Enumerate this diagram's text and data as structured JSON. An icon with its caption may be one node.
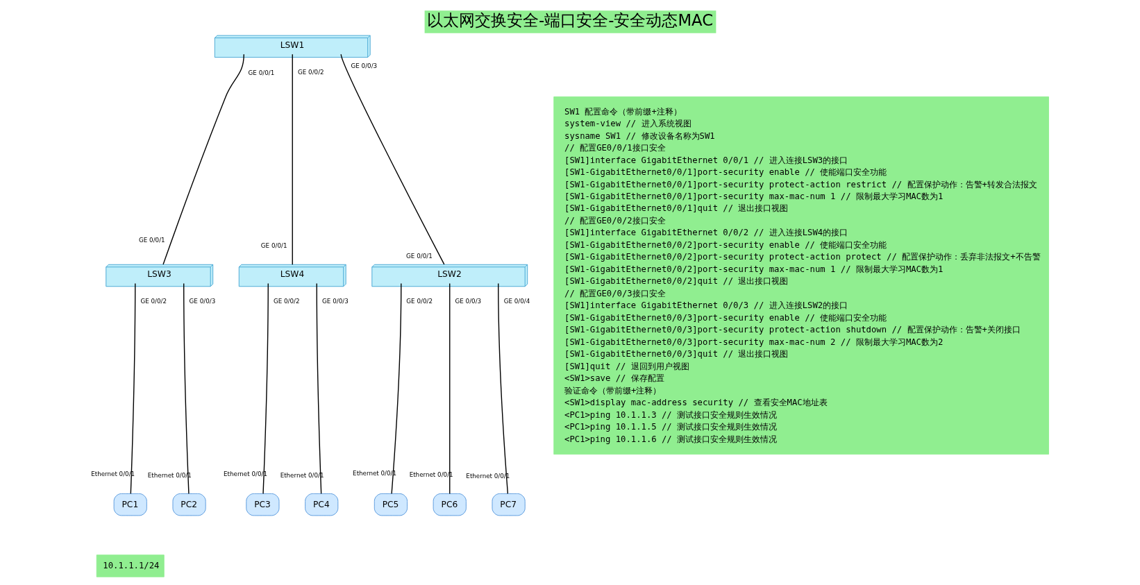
{
  "diagram": {
    "title": "以太网交换安全-端口安全-安全动态MAC",
    "nodes": [
      {
        "text": [
          "LSW1"
        ],
        "beside": [
          "GE 0/0/1",
          "GE 0/0/2",
          "GE 0/0/3"
        ]
      },
      {
        "text": [
          "LSW3"
        ],
        "beside": [
          "GE 0/0/1",
          "GE 0/0/2",
          "GE 0/0/3"
        ]
      },
      {
        "text": [
          "LSW4"
        ],
        "beside": [
          "GE 0/0/1",
          "GE 0/0/2",
          "GE 0/0/3"
        ]
      },
      {
        "text": [
          "LSW2"
        ],
        "beside": [
          "GE 0/0/1",
          "GE 0/0/2",
          "GE 0/0/3",
          "GE 0/0/4"
        ]
      },
      {
        "text": [
          "PC1"
        ],
        "beside": [
          "Ethernet 0/0/1"
        ]
      },
      {
        "text": [
          "PC2"
        ],
        "beside": [
          "Ethernet 0/0/1"
        ]
      },
      {
        "text": [
          "PC3"
        ],
        "beside": [
          "Ethernet 0/0/1"
        ]
      },
      {
        "text": [
          "PC4"
        ],
        "beside": [
          "Ethernet 0/0/1"
        ]
      },
      {
        "text": [
          "PC5"
        ],
        "beside": [
          "Ethernet 0/0/1"
        ]
      },
      {
        "text": [
          "PC6"
        ],
        "beside": [
          "Ethernet 0/0/1"
        ]
      },
      {
        "text": [
          "PC7"
        ],
        "beside": [
          "Ethernet 0/0/1"
        ]
      },
      {
        "text": [
          "10.1.1.1/24"
        ]
      },
      {
        "text": [
          "SW1 配置命令（带前缀+注释）",
          "system-view // 进入系统视图",
          "sysname SW1 // 修改设备名称为SW1",
          "// 配置GE0/0/1接口安全",
          "[SW1]interface GigabitEthernet 0/0/1 // 进入连接LSW3的接口",
          "[SW1-GigabitEthernet0/0/1]port-security enable // 使能端口安全功能",
          "[SW1-GigabitEthernet0/0/1]port-security protect-action restrict // 配置保护动作：告警+转发合法报文",
          "[SW1-GigabitEthernet0/0/1]port-security max-mac-num 1 // 限制最大学习MAC数为1",
          "[SW1-GigabitEthernet0/0/1]quit // 退出接口视图",
          "// 配置GE0/0/2接口安全",
          "[SW1]interface GigabitEthernet 0/0/2 // 进入连接LSW4的接口",
          "[SW1-GigabitEthernet0/0/2]port-security enable // 使能端口安全功能",
          "[SW1-GigabitEthernet0/0/2]port-security protect-action protect // 配置保护动作：丢弃非法报文+不告警",
          "[SW1-GigabitEthernet0/0/2]port-security max-mac-num 1 // 限制最大学习MAC数为1",
          "[SW1-GigabitEthernet0/0/2]quit // 退出接口视图",
          "// 配置GE0/0/3接口安全",
          "[SW1]interface GigabitEthernet 0/0/3 // 进入连接LSW2的接口",
          "[SW1-GigabitEthernet0/0/3]port-security enable // 使能端口安全功能",
          "[SW1-GigabitEthernet0/0/3]port-security protect-action shutdown // 配置保护动作：告警+关闭接口",
          "[SW1-GigabitEthernet0/0/3]port-security max-mac-num 2 // 限制最大学习MAC数为2",
          "[SW1-GigabitEthernet0/0/3]quit // 退出接口视图",
          "[SW1]quit // 退回到用户视图",
          "<SW1>save // 保存配置",
          "验证命令（带前缀+注释）",
          "<SW1>display mac-address security // 查看安全MAC地址表",
          "<PC1>ping 10.1.1.3 // 测试接口安全规则生效情况",
          "<PC1>ping 10.1.1.5 // 测试接口安全规则生效情况",
          "<PC1>ping 10.1.1.6 // 测试接口安全规则生效情况"
        ]
      }
    ],
    "edges": [
      {
        "from": 0,
        "to": 1,
        "arrow": "none"
      },
      {
        "from": 0,
        "to": 2,
        "arrow": "none"
      },
      {
        "from": 0,
        "to": 3,
        "arrow": "none"
      },
      {
        "from": 1,
        "to": 4,
        "arrow": "none"
      },
      {
        "from": 1,
        "to": 5,
        "arrow": "none"
      },
      {
        "from": 2,
        "to": 6,
        "arrow": "none"
      },
      {
        "from": 2,
        "to": 7,
        "arrow": "none"
      },
      {
        "from": 3,
        "to": 8,
        "arrow": "none"
      },
      {
        "from": 3,
        "to": 9,
        "arrow": "none"
      },
      {
        "from": 3,
        "to": 10,
        "arrow": "none"
      }
    ]
  }
}
